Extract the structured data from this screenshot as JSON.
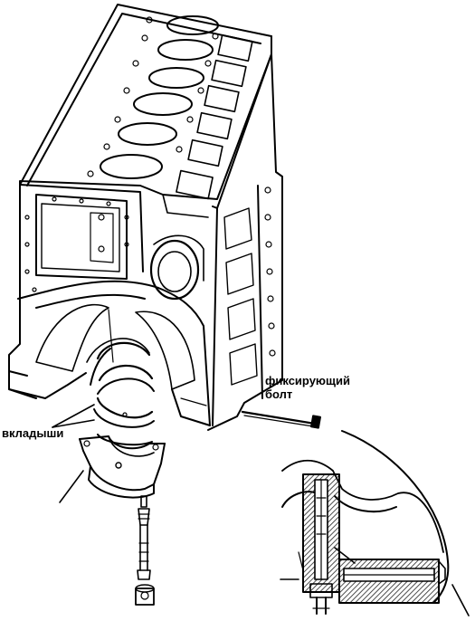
{
  "labels": {
    "fixing_bolt": "фиксирующий болт",
    "liners": "вкладыши"
  },
  "colors": {
    "ink": "#000000",
    "paper": "#ffffff",
    "hatch": "#3a3a3a"
  },
  "icons": [
    "engine-block-drawing",
    "bearing-liner-drawing",
    "bearing-cap-drawing",
    "stud-bolt-drawing",
    "nut-drawing",
    "fixing-bolt-drawing",
    "section-detail-drawing"
  ]
}
